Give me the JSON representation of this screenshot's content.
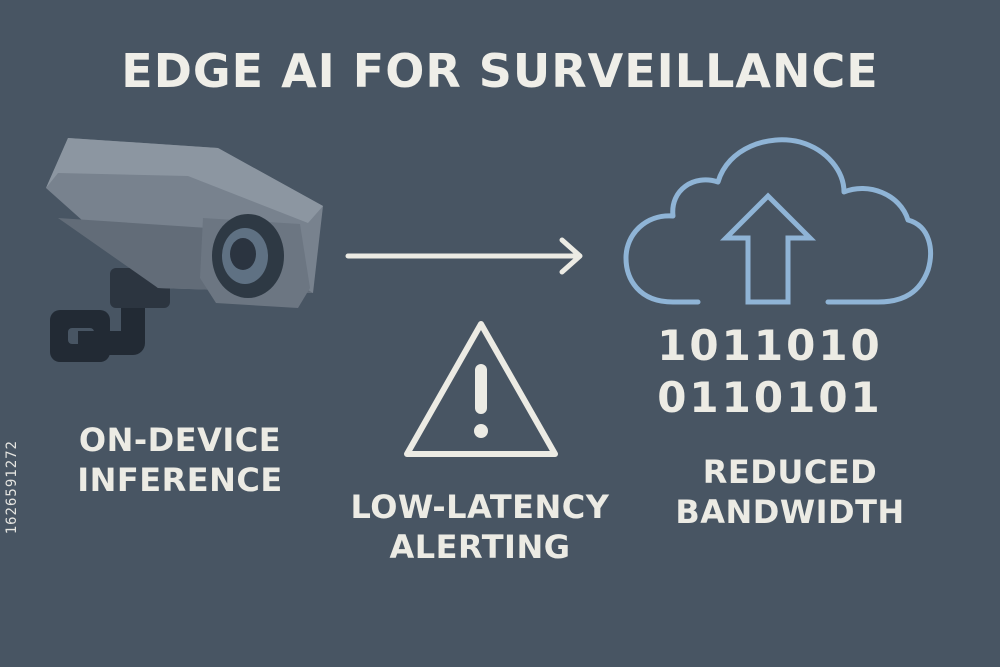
{
  "title": "EDGE AI FOR SURVEILLANCE",
  "labels": {
    "on_device": [
      "ON-DEVICE",
      "INFERENCE"
    ],
    "low_latency": [
      "LOW-LATENCY",
      "ALERTING"
    ],
    "bandwidth": [
      "REDUCED",
      "BANDWIDTH"
    ]
  },
  "binary": [
    "1011010",
    "0110101"
  ],
  "stock_id": "1626591272",
  "icons": {
    "camera": "security-camera-icon",
    "arrow": "right-arrow-icon",
    "cloud": "cloud-upload-icon",
    "warning": "warning-triangle-icon"
  },
  "colors": {
    "background": "#485563",
    "text": "#ecebe4",
    "cloud_accent": "#8fb4d6"
  }
}
